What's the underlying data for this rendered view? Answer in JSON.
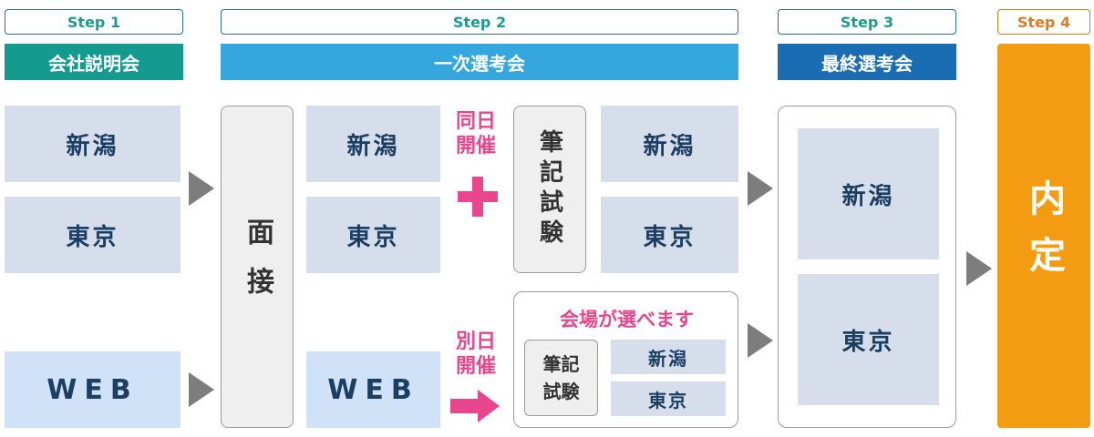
{
  "steps": [
    {
      "label": "Step 1",
      "stage": "会社説明会"
    },
    {
      "label": "Step 2",
      "stage": "一次選考会"
    },
    {
      "label": "Step 3",
      "stage": "最終選考会"
    },
    {
      "label": "Step 4"
    }
  ],
  "colors": {
    "step1": "#159a8f",
    "step2": "#35a7df",
    "step3": "#1a6db3",
    "step4": "#f39c12",
    "pink": "#e8468f",
    "arrow": "#7d7d7d"
  },
  "step1": {
    "niigata": "新潟",
    "tokyo": "東京",
    "web": "WEB"
  },
  "interview": "面接",
  "step2": {
    "niigata": "新潟",
    "tokyo": "東京",
    "web": "WEB",
    "same_day": "同日開催",
    "written_exam": "筆記試験",
    "exam_niigata": "新潟",
    "exam_tokyo": "東京",
    "other_day": "別日開催",
    "venue_choice": "会場が選べます",
    "venue_exam": "筆記試験",
    "venue_niigata": "新潟",
    "venue_tokyo": "東京"
  },
  "step3": {
    "niigata": "新潟",
    "tokyo": "東京"
  },
  "offer": "内定"
}
